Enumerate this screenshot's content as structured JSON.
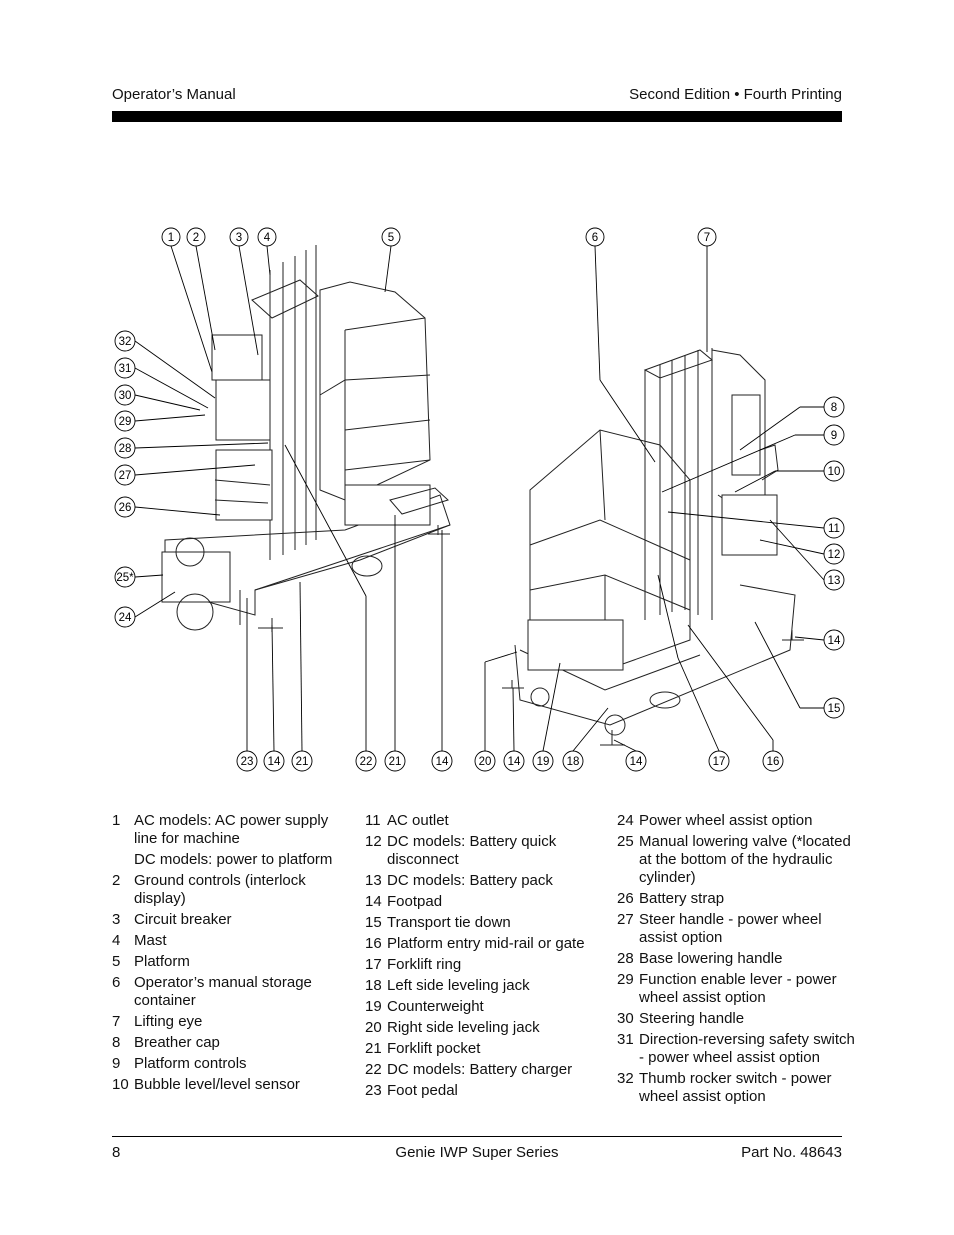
{
  "header": {
    "left": "Operator’s Manual",
    "right": "Second Edition • Fourth Printing"
  },
  "legend": {
    "col1": [
      {
        "num": "1",
        "text": "AC models: AC power supply line for machine"
      },
      {
        "num": "",
        "text": "DC models: power to platform"
      },
      {
        "num": "2",
        "text": "Ground controls (interlock display)"
      },
      {
        "num": "3",
        "text": "Circuit breaker"
      },
      {
        "num": "4",
        "text": "Mast"
      },
      {
        "num": "5",
        "text": "Platform"
      },
      {
        "num": "6",
        "text": "Operator’s manual storage container"
      },
      {
        "num": "7",
        "text": "Lifting eye"
      },
      {
        "num": "8",
        "text": "Breather cap"
      },
      {
        "num": "9",
        "text": "Platform controls"
      },
      {
        "num": "10",
        "text": "Bubble level/level sensor"
      }
    ],
    "col2": [
      {
        "num": "11",
        "text": "AC outlet"
      },
      {
        "num": "12",
        "text": "DC models: Battery quick disconnect"
      },
      {
        "num": "13",
        "text": "DC models: Battery pack"
      },
      {
        "num": "14",
        "text": "Footpad"
      },
      {
        "num": "15",
        "text": "Transport tie down"
      },
      {
        "num": "16",
        "text": "Platform entry mid-rail or gate"
      },
      {
        "num": "17",
        "text": "Forklift ring"
      },
      {
        "num": "18",
        "text": "Left side leveling jack"
      },
      {
        "num": "19",
        "text": "Counterweight"
      },
      {
        "num": "20",
        "text": "Right side leveling jack"
      },
      {
        "num": "21",
        "text": "Forklift pocket"
      },
      {
        "num": "22",
        "text": "DC models: Battery charger"
      },
      {
        "num": "23",
        "text": "Foot pedal"
      }
    ],
    "col3": [
      {
        "num": "24",
        "text": "Power wheel assist option"
      },
      {
        "num": "25",
        "text": "Manual lowering valve (*located at the bottom of the hydraulic cylinder)"
      },
      {
        "num": "26",
        "text": "Battery strap"
      },
      {
        "num": "27",
        "text": "Steer handle - power wheel assist option"
      },
      {
        "num": "28",
        "text": "Base lowering handle"
      },
      {
        "num": "29",
        "text": "Function enable lever - power wheel assist option"
      },
      {
        "num": "30",
        "text": "Steering handle"
      },
      {
        "num": "31",
        "text": "Direction-reversing safety switch - power wheel assist option"
      },
      {
        "num": "32",
        "text": "Thumb rocker switch - power wheel assist option"
      }
    ]
  },
  "callouts": {
    "top_left": [
      "1",
      "2",
      "3",
      "4",
      "5"
    ],
    "top_right": [
      "6",
      "7"
    ],
    "left_side": [
      "32",
      "31",
      "30",
      "29",
      "28",
      "27",
      "26",
      "25*",
      "24"
    ],
    "right_side": [
      "8",
      "9",
      "10",
      "11",
      "12",
      "13",
      "14",
      "15"
    ],
    "bottom": [
      "23",
      "14",
      "21",
      "22",
      "21",
      "14",
      "20",
      "14",
      "19",
      "18",
      "14",
      "17",
      "16"
    ]
  },
  "footer": {
    "page": "8",
    "title": "Genie IWP Super Series",
    "part": "Part No. 48643"
  }
}
